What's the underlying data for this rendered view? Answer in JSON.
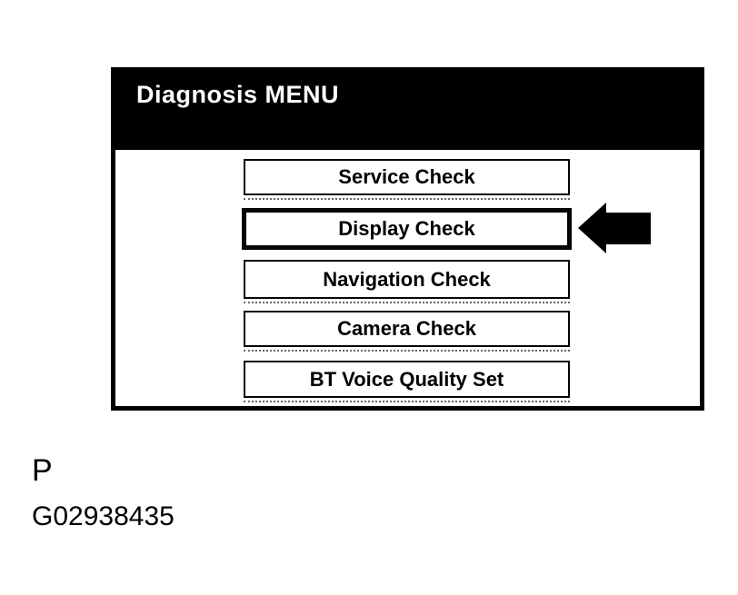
{
  "screen": {
    "title": "Diagnosis MENU",
    "menu_items": [
      {
        "label": "Service Check",
        "selected": false
      },
      {
        "label": "Display Check",
        "selected": true
      },
      {
        "label": "Navigation Check",
        "selected": false
      },
      {
        "label": "Camera Check",
        "selected": false
      },
      {
        "label": "BT Voice Quality Set",
        "selected": false
      }
    ]
  },
  "annotation": {
    "arrow": {
      "icon": "arrow-left-icon",
      "direction": "left",
      "points_to": "Display Check",
      "color": "#000000"
    }
  },
  "figure": {
    "label": "P",
    "id": "G02938435"
  },
  "colors": {
    "page_bg": "#ffffff",
    "header_bg": "#000000",
    "header_text": "#ffffff",
    "panel_border": "#000000",
    "button_border": "#000000",
    "button_bg": "#ffffff",
    "button_text": "#000000"
  }
}
